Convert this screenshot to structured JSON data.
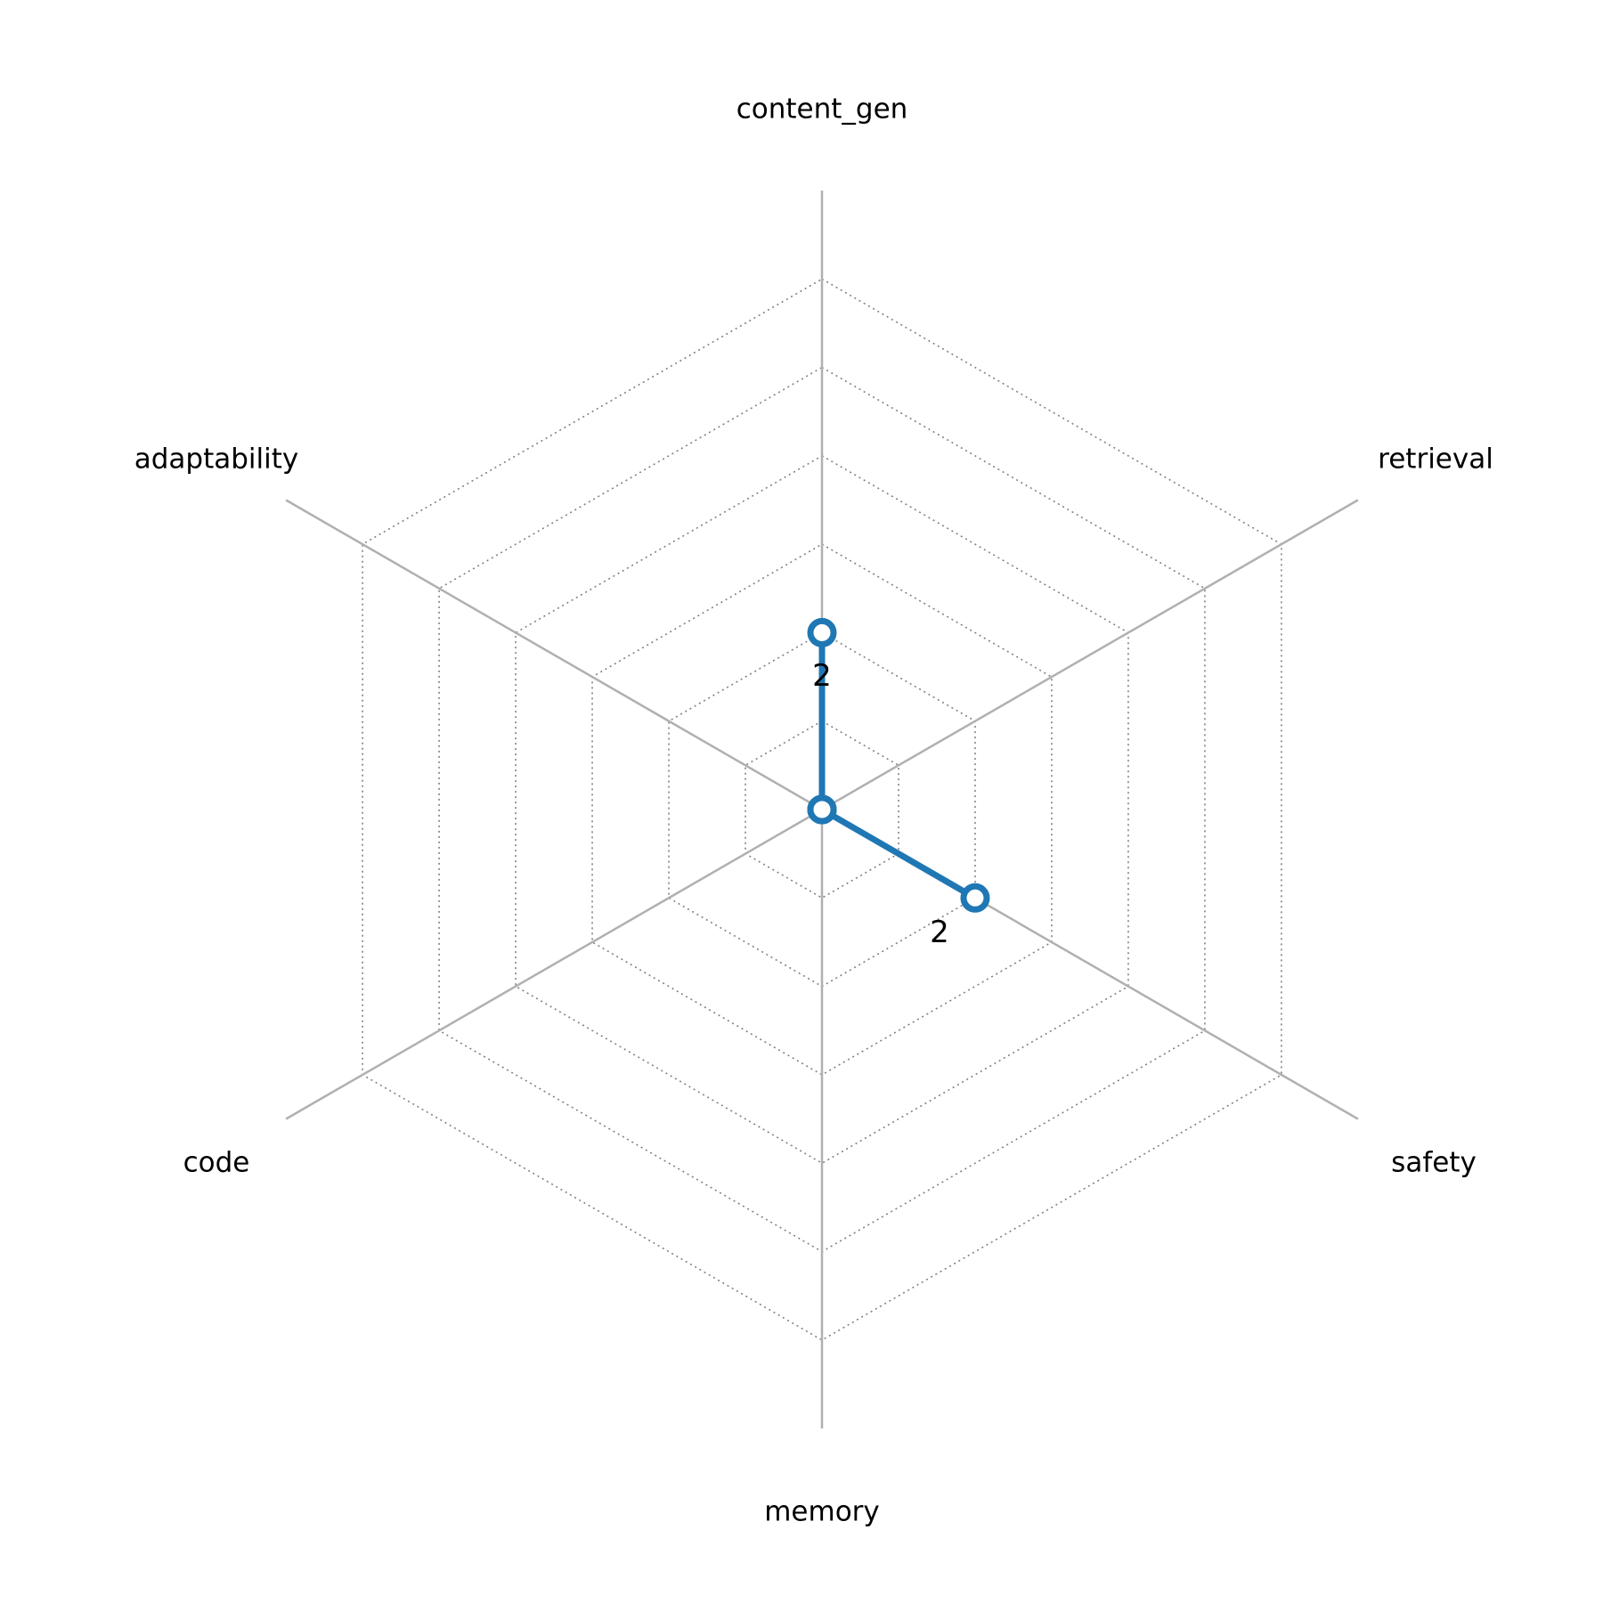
{
  "chart_data": {
    "type": "radar",
    "title": "",
    "categories": [
      "content_gen",
      "retrieval",
      "safety",
      "memory",
      "code",
      "adaptability"
    ],
    "series": [
      {
        "name": "",
        "values": [
          2,
          0,
          2,
          0,
          0,
          0
        ],
        "color": "#1f77b4"
      }
    ],
    "data_labels": [
      "2",
      "",
      "2",
      "",
      "",
      ""
    ],
    "rmax": 7,
    "gridlines": [
      1,
      2,
      3,
      4,
      5,
      6
    ],
    "grid": true,
    "colors": {
      "axis": "#b0b0b0",
      "grid": "#808080",
      "series": "#1f77b4"
    }
  }
}
